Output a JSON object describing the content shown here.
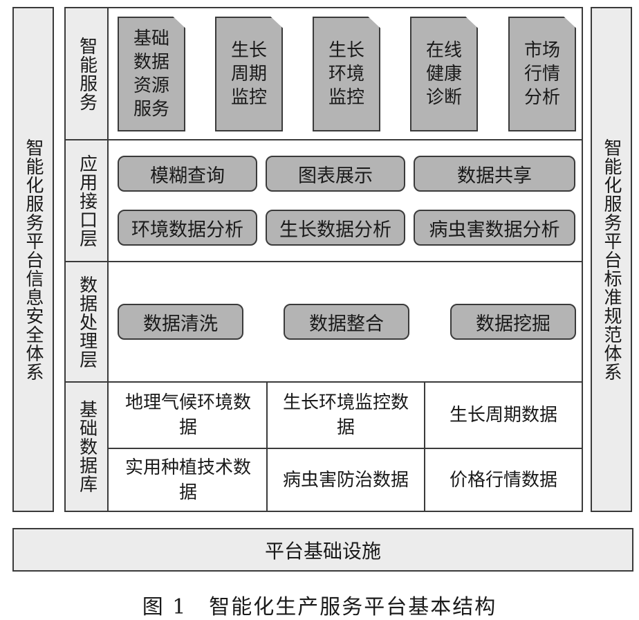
{
  "left_sidebar": {
    "label": "智能化服务平台信息安全体系"
  },
  "right_sidebar": {
    "label": "智能化服务平台标准规范体系"
  },
  "layers": {
    "smart_services": {
      "label": "智能服务",
      "items": [
        "基础数据资源服务",
        "生长周期监控",
        "生长环境监控",
        "在线健康诊断",
        "市场行情分析"
      ]
    },
    "app_interface": {
      "label": "应用接口层",
      "items": [
        "模糊查询",
        "图表展示",
        "数据共享",
        "环境数据分析",
        "生长数据分析",
        "病虫害数据分析"
      ]
    },
    "data_processing": {
      "label": "数据处理层",
      "items": [
        "数据清洗",
        "数据整合",
        "数据挖掘"
      ]
    },
    "base_database": {
      "label": "基础数据库",
      "cells": [
        "地理气候环境数据",
        "生长环境监控数据",
        "生长周期数据",
        "实用种植技术数据",
        "病虫害防治数据",
        "价格行情数据"
      ]
    }
  },
  "infrastructure": {
    "label": "平台基础设施"
  },
  "caption": "图 1　智能化生产服务平台基本结构"
}
